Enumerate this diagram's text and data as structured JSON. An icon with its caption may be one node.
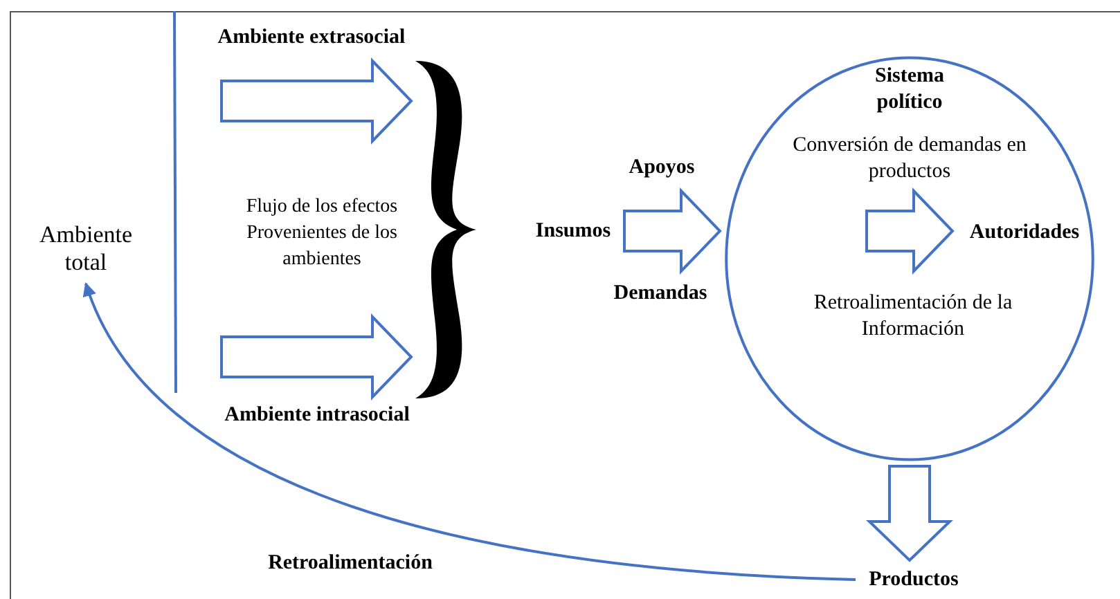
{
  "diagram": {
    "nodes": [
      {
        "text": [
          "Ambiente total"
        ]
      },
      {
        "text": [
          "Ambiente extrasocial"
        ]
      },
      {
        "text": [
          "Ambiente intrasocial"
        ]
      },
      {
        "text": [],
        "shape": "brace"
      },
      {
        "text": [
          "Insumos"
        ]
      },
      {
        "text": [
          "Sistema político",
          "Conversión de demandas en productos",
          "Retroalimentación de la Información"
        ]
      },
      {
        "text": [
          "Autoridades"
        ],
        "in": 5
      },
      {
        "text": [
          "Productos"
        ]
      }
    ],
    "edges": [
      {
        "from": 1,
        "to": 3,
        "arrow": "to",
        "style": "thick"
      },
      {
        "from": 2,
        "to": 3,
        "arrow": "to",
        "style": "thick"
      },
      {
        "from": 4,
        "to": 5,
        "arrow": "to",
        "style": "thick"
      },
      {
        "from": null,
        "to": 6,
        "arrow": "to",
        "style": "thick"
      },
      {
        "from": 5,
        "to": 7,
        "arrow": "to",
        "style": "thick"
      },
      {
        "from": 7,
        "to": 0,
        "arrow": "to"
      }
    ],
    "labels": [
      "Flujo de los efectos Provenientes de los ambientes",
      "Apoyos",
      "Demandas",
      "Retroalimentación"
    ]
  }
}
